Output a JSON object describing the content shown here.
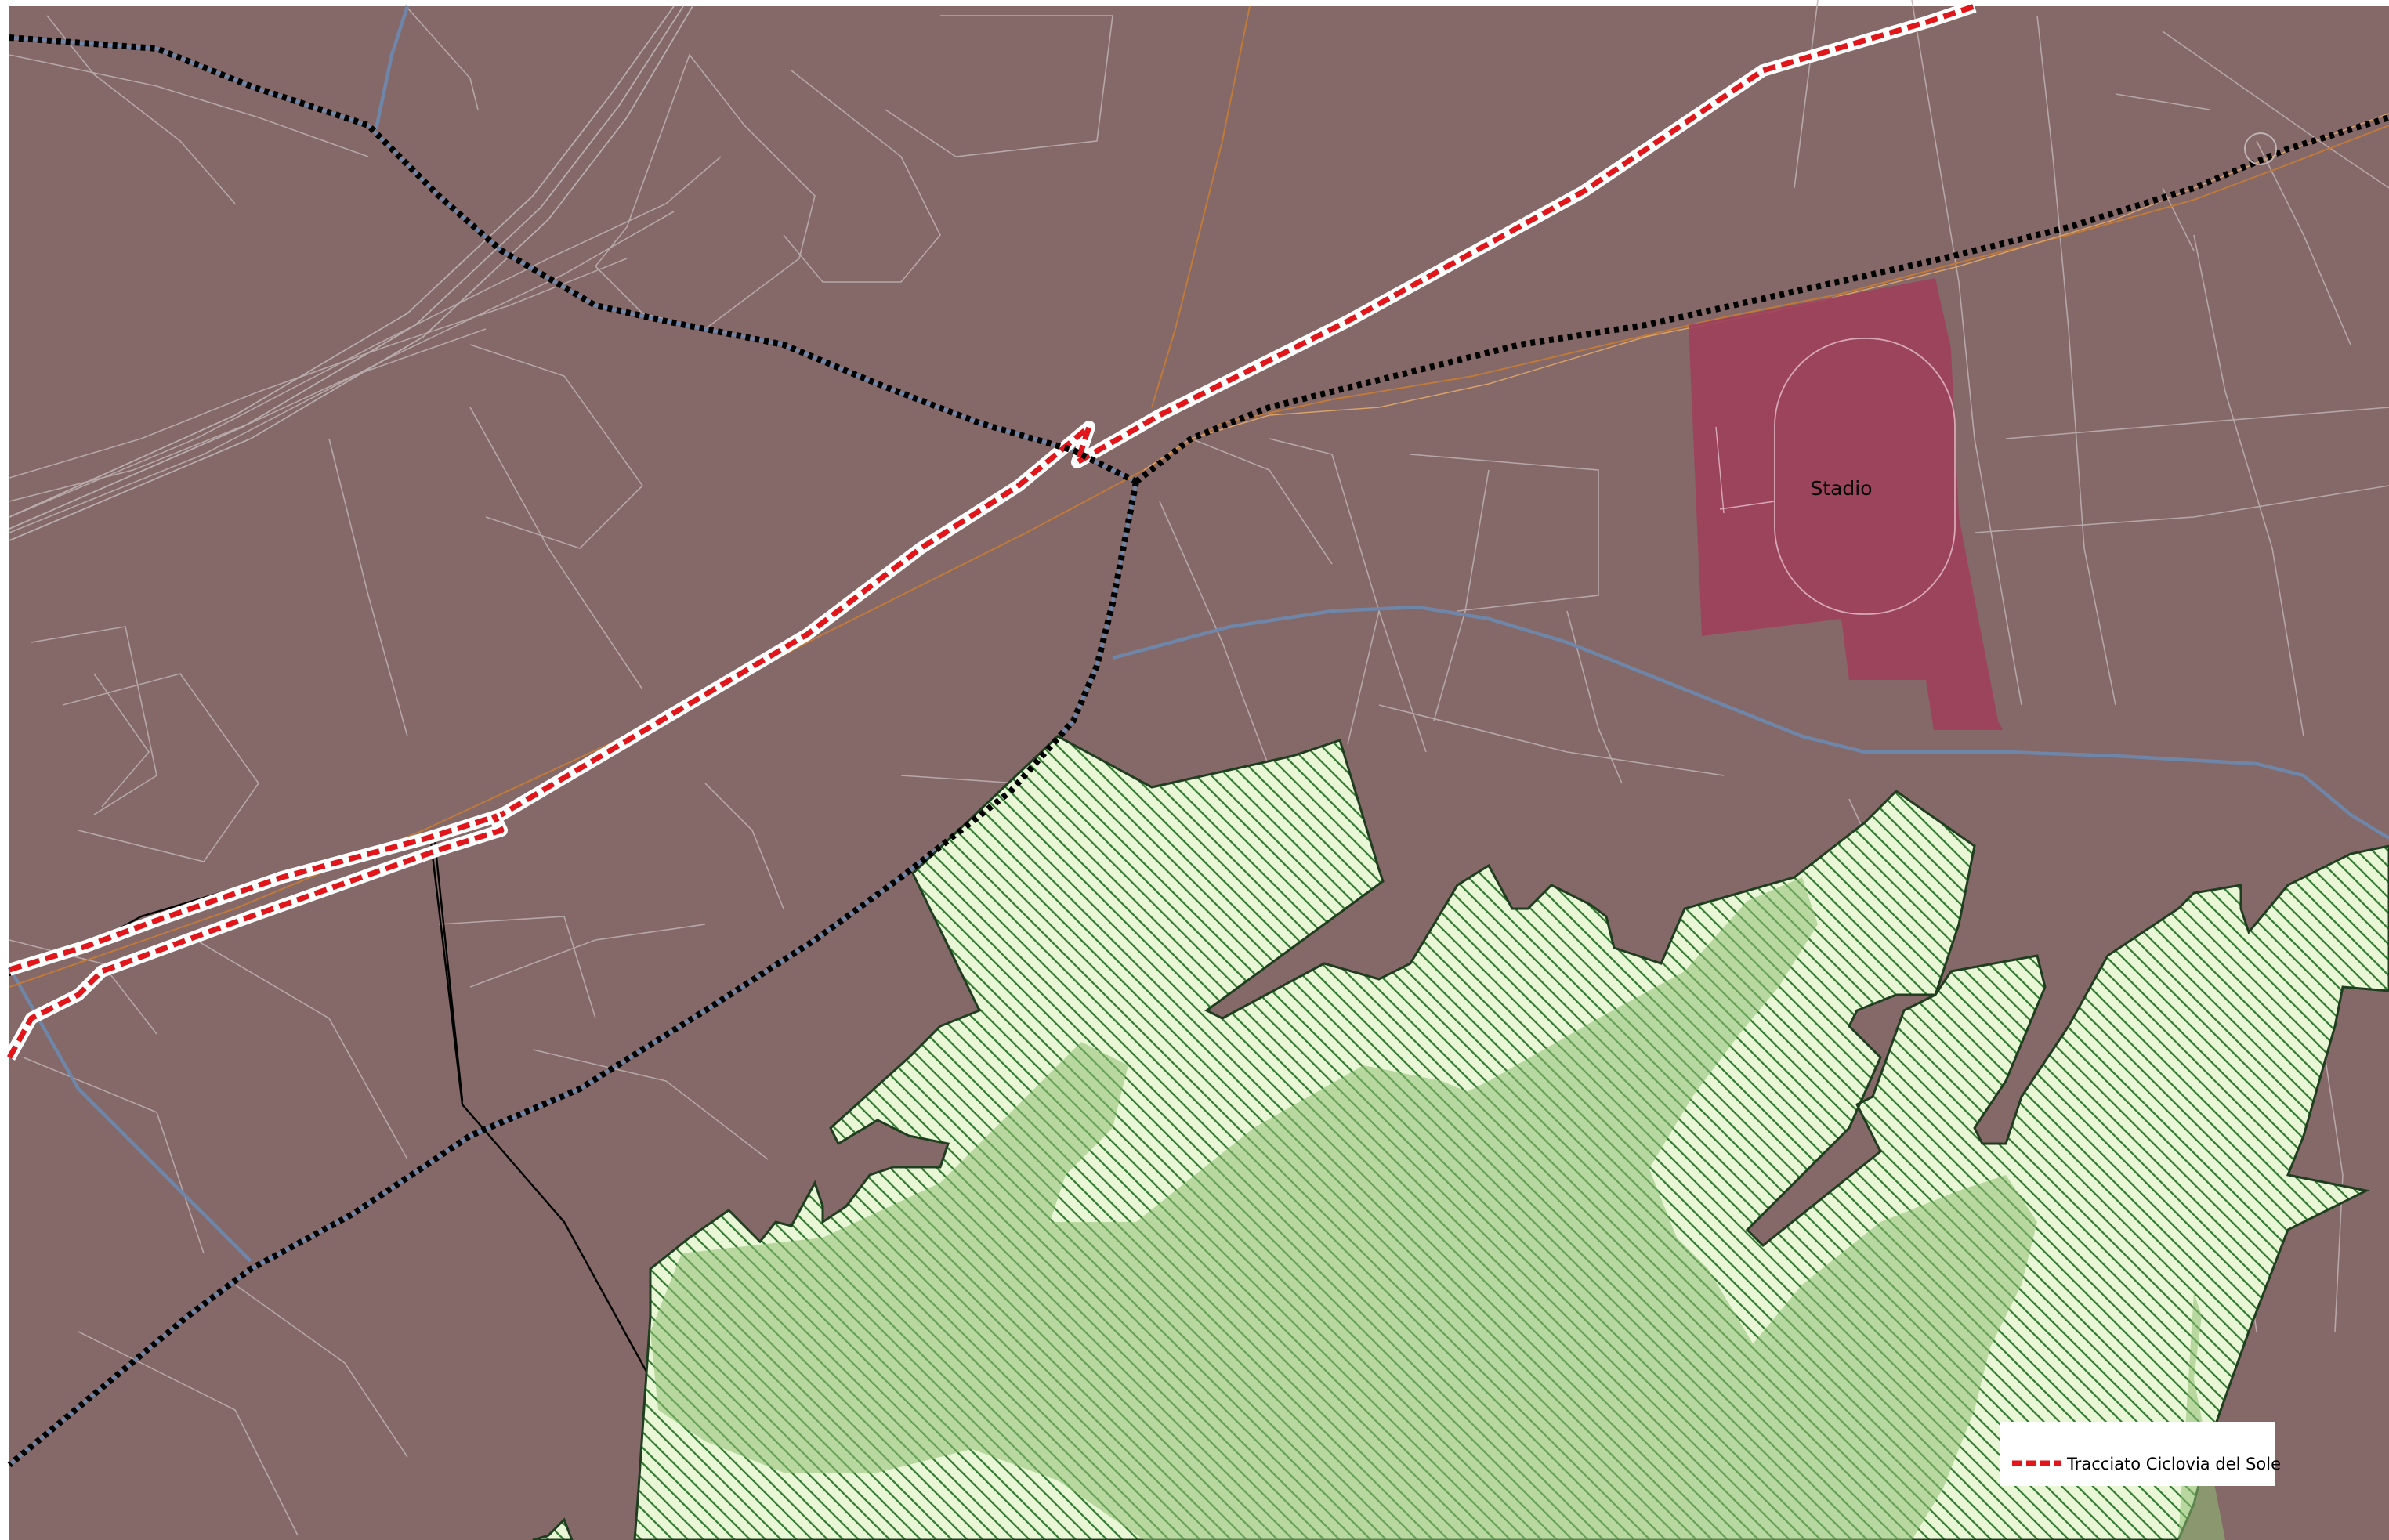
{
  "map": {
    "colors": {
      "urban_fill": "#856868",
      "stadium_fill": "#a0415c",
      "park_fill": "#e9f7d6",
      "park_hatch": "#2f7a2f",
      "park_shade": "#8fbf74",
      "street_line": "#bfb3b3",
      "river_blue": "#6f86a8",
      "road_orange": "#c07a3a",
      "cycle_route": "#e0161b",
      "dotted_path": "#000000",
      "boundary": "#000000",
      "legend_bg": "#ffffff"
    },
    "labels": {
      "stadium": "Stadio"
    }
  },
  "legend": {
    "items": [
      {
        "label": "Tracciato Ciclovia del Sole",
        "color": "#e0161b",
        "style": "dashed"
      }
    ]
  }
}
